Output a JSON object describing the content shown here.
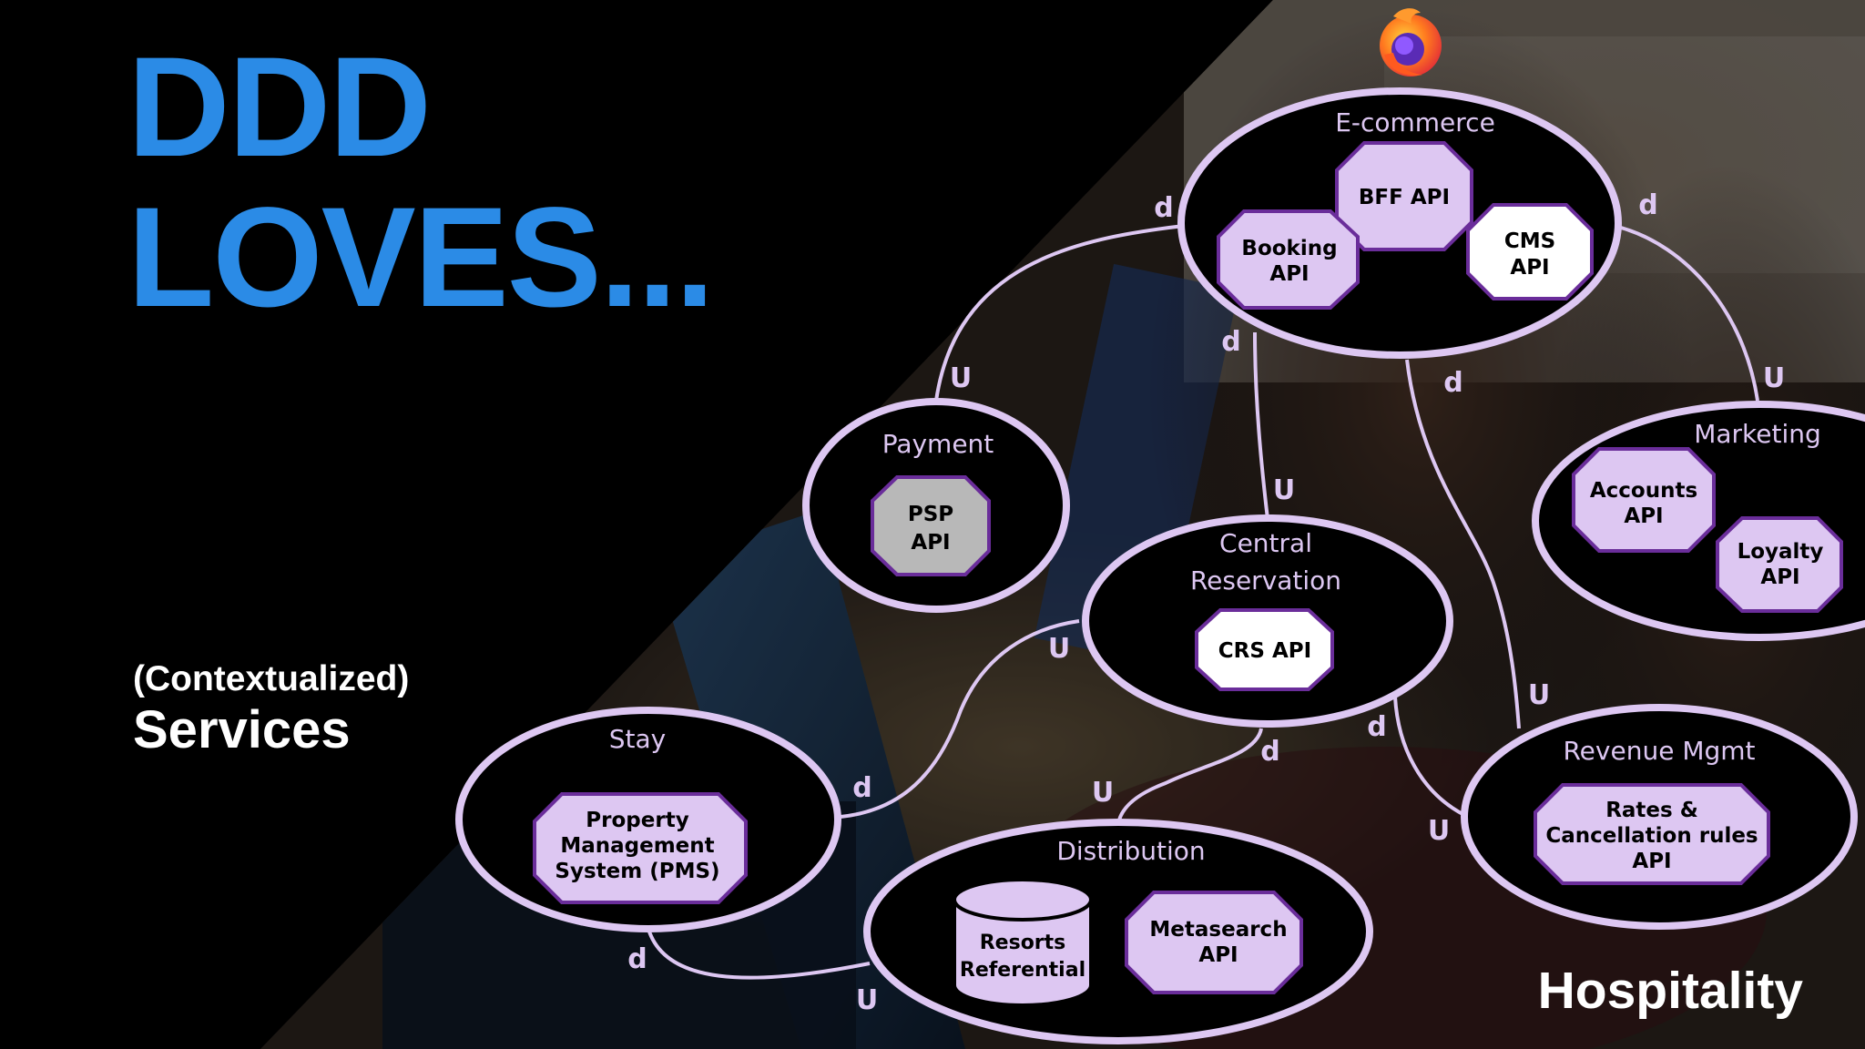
{
  "slide": {
    "heading_line1": "DDD",
    "heading_line2": "LOVES...",
    "subtitle_small": "(Contextualized)",
    "subtitle_large": "Services",
    "domain_label": "Hospitality"
  },
  "colors": {
    "heading": "#2b8be6",
    "ring": "#ddc7f2",
    "api_fill": "#ddc7f2",
    "api_stroke": "#6a2d9a",
    "external_api_fill": "#ffffff",
    "legacy_api_fill": "#b8b8b8"
  },
  "browser_icon": "firefox-icon",
  "contexts": [
    {
      "id": "ecommerce",
      "title": [
        "E-commerce"
      ]
    },
    {
      "id": "payment",
      "title": [
        "Payment"
      ]
    },
    {
      "id": "central",
      "title": [
        "Central",
        "Reservation"
      ]
    },
    {
      "id": "marketing",
      "title": [
        "Marketing"
      ]
    },
    {
      "id": "stay",
      "title": [
        "Stay"
      ]
    },
    {
      "id": "distribution",
      "title": [
        "Distribution"
      ]
    },
    {
      "id": "revenue",
      "title": [
        "Revenue Mgmt"
      ]
    }
  ],
  "apis": [
    {
      "id": "bff",
      "lines": [
        "BFF API"
      ],
      "style": "api"
    },
    {
      "id": "booking",
      "lines": [
        "Booking",
        "API"
      ],
      "style": "api"
    },
    {
      "id": "cms",
      "lines": [
        "CMS",
        "API"
      ],
      "style": "external"
    },
    {
      "id": "psp",
      "lines": [
        "PSP",
        "API"
      ],
      "style": "legacy"
    },
    {
      "id": "crs",
      "lines": [
        "CRS API"
      ],
      "style": "external"
    },
    {
      "id": "accounts",
      "lines": [
        "Accounts",
        "API"
      ],
      "style": "api"
    },
    {
      "id": "loyalty",
      "lines": [
        "Loyalty",
        "API"
      ],
      "style": "api"
    },
    {
      "id": "pms",
      "lines": [
        "Property",
        "Management",
        "System (PMS)"
      ],
      "style": "api"
    },
    {
      "id": "metasearch",
      "lines": [
        "Metasearch",
        "API"
      ],
      "style": "api"
    },
    {
      "id": "rates",
      "lines": [
        "Rates &",
        "Cancellation rules",
        "API"
      ],
      "style": "api"
    }
  ],
  "database": {
    "id": "resorts",
    "lines": [
      "Resorts",
      "Referential"
    ]
  },
  "relationship_labels": [
    {
      "id": "ec-pay-d",
      "text": "d"
    },
    {
      "id": "ec-pay-u",
      "text": "U"
    },
    {
      "id": "ec-mkt-d",
      "text": "d"
    },
    {
      "id": "ec-mkt-u",
      "text": "U"
    },
    {
      "id": "ec-crs-d",
      "text": "d"
    },
    {
      "id": "ec-crs-u",
      "text": "U"
    },
    {
      "id": "ec-rev-d",
      "text": "d"
    },
    {
      "id": "ec-rev-u",
      "text": "U"
    },
    {
      "id": "crs-stay-u",
      "text": "U"
    },
    {
      "id": "crs-stay-d",
      "text": "d"
    },
    {
      "id": "crs-dist-d",
      "text": "d"
    },
    {
      "id": "crs-dist-u",
      "text": "U"
    },
    {
      "id": "crs-rev-d",
      "text": "d"
    },
    {
      "id": "crs-rev-u",
      "text": "U"
    },
    {
      "id": "stay-dist-d",
      "text": "d"
    },
    {
      "id": "stay-dist-u",
      "text": "U"
    }
  ]
}
